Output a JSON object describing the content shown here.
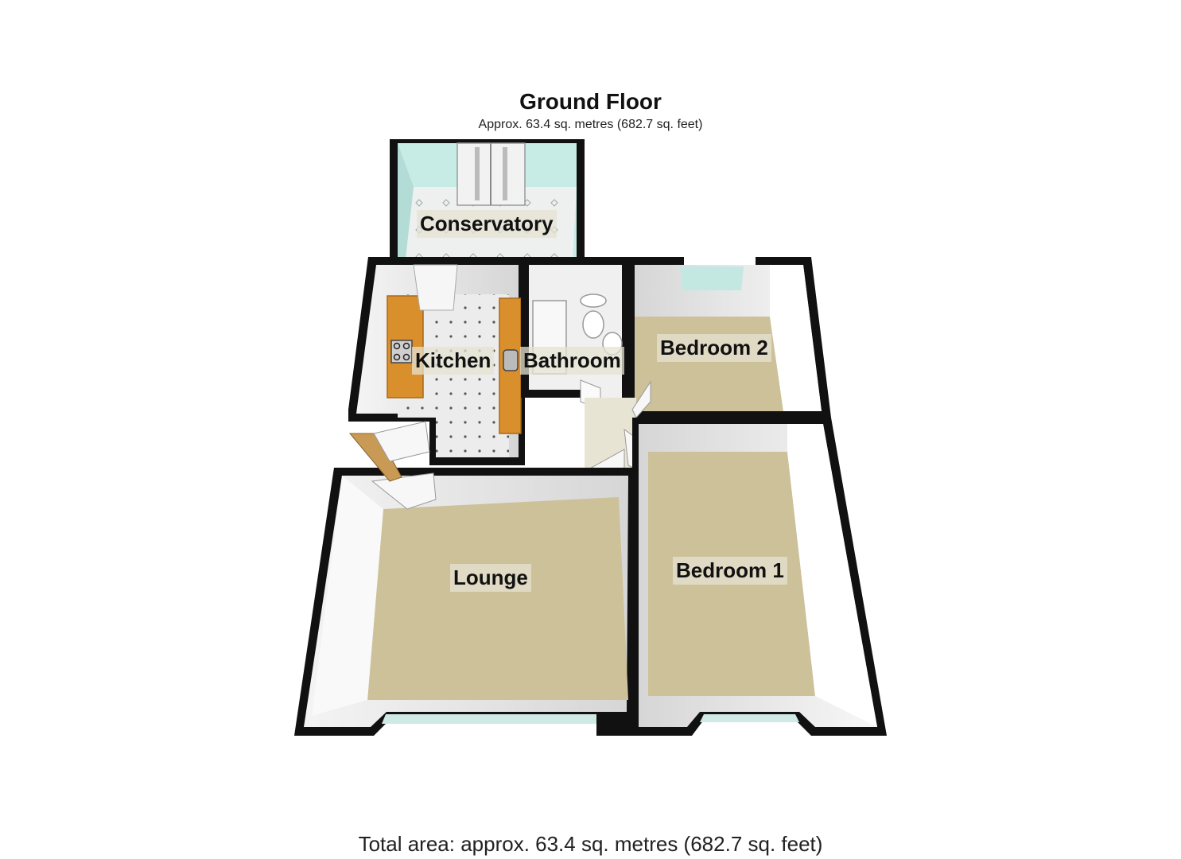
{
  "header": {
    "title": "Ground Floor",
    "subtitle": "Approx. 63.4 sq. metres (682.7 sq. feet)"
  },
  "rooms": {
    "conservatory": "Conservatory",
    "kitchen": "Kitchen",
    "bathroom": "Bathroom",
    "bedroom2": "Bedroom 2",
    "lounge": "Lounge",
    "bedroom1": "Bedroom 1"
  },
  "footer": {
    "total": "Total area: approx. 63.4 sq. metres (682.7 sq. feet)"
  },
  "colors": {
    "wall": "#050505",
    "carpet": "#cdc19a",
    "tile_floor": "#ebebeb",
    "worktop": "#d98f2c",
    "glass": "#bfe8e2"
  }
}
